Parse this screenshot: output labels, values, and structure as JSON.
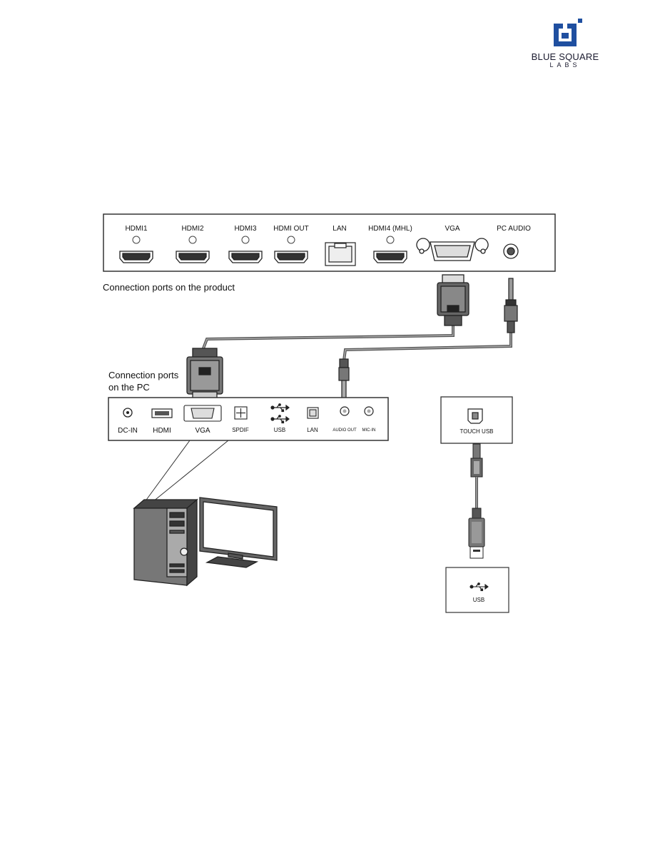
{
  "logo": {
    "brand_line1": "BLUE SQUARE",
    "brand_line2": "LABS",
    "color": "#1f4fa0"
  },
  "product_panel": {
    "caption": "Connection ports on the product",
    "ports": [
      "HDMI1",
      "HDMI2",
      "HDMI3",
      "HDMI OUT",
      "LAN",
      "HDMI4 (MHL)",
      "VGA",
      "PC AUDIO"
    ]
  },
  "pc_panel": {
    "caption_line1": "Connection ports",
    "caption_line2": "on the PC",
    "ports": [
      "DC-IN",
      "HDMI",
      "VGA",
      "SPDIF",
      "USB",
      "LAN",
      "AUDIO OUT",
      "MIC-IN"
    ]
  },
  "touch_usb": {
    "label": "TOUCH USB"
  },
  "usb_port": {
    "label": "USB"
  },
  "icons": [
    "usb-icon"
  ]
}
